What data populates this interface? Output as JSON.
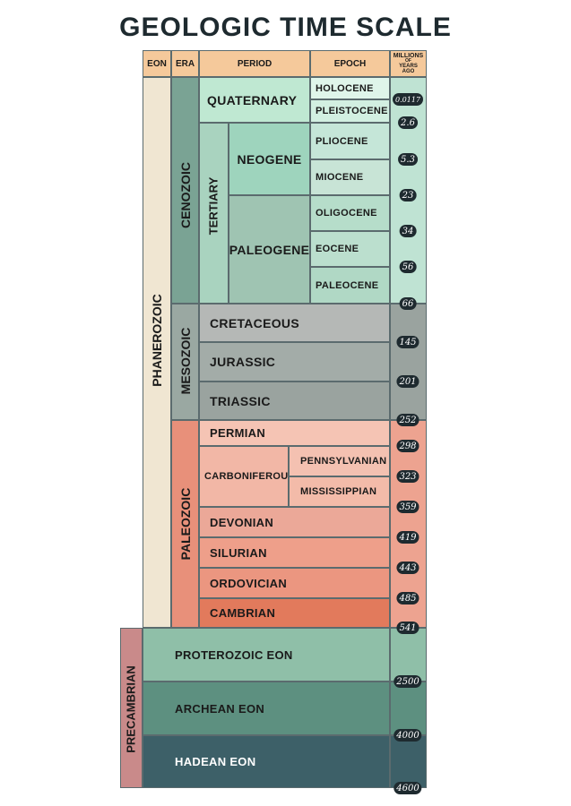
{
  "title": "GEOLOGIC TIME SCALE",
  "headers": {
    "eon": "EON",
    "era": "ERA",
    "period": "PERIOD",
    "epoch": "EPOCH",
    "mya_1": "MILLIONS",
    "mya_2": "OF",
    "mya_3": "YEARS",
    "mya_4": "AGO"
  },
  "eons": {
    "phanerozoic": "PHANEROZOIC",
    "precambrian": "PRECAMBRIAN"
  },
  "eras": {
    "cenozoic": "CENOZOIC",
    "mesozoic": "MESOZOIC",
    "paleozoic": "PALEOZOIC"
  },
  "subperiods": {
    "tertiary": "TERTIARY"
  },
  "periods": {
    "quaternary": "QUATERNARY",
    "neogene": "NEOGENE",
    "paleogene": "PALEOGENE",
    "cretaceous": "CRETACEOUS",
    "jurassic": "JURASSIC",
    "triassic": "TRIASSIC",
    "permian": "PERMIAN",
    "carboniferous": "CARBONIFEROUS",
    "devonian": "DEVONIAN",
    "silurian": "SILURIAN",
    "ordovician": "ORDOVICIAN",
    "cambrian": "CAMBRIAN"
  },
  "epochs": {
    "holocene": "HOLOCENE",
    "pleistocene": "PLEISTOCENE",
    "pliocene": "PLIOCENE",
    "miocene": "MIOCENE",
    "oligocene": "OLIGOCENE",
    "eocene": "EOCENE",
    "paleocene": "PALEOCENE",
    "pennsylvanian": "PENNSYLVANIAN",
    "mississippian": "MISSISSIPPIAN"
  },
  "precambrian_eons": {
    "proterozoic": "PROTEROZOIC EON",
    "archean": "ARCHEAN EON",
    "hadean": "HADEAN EON"
  },
  "ages": {
    "a0": "0.0117",
    "a1": "2.6",
    "a2": "5.3",
    "a3": "23",
    "a4": "34",
    "a5": "56",
    "a6": "66",
    "a7": "145",
    "a8": "201",
    "a9": "252",
    "a10": "298",
    "a11": "323",
    "a12": "359",
    "a13": "419",
    "a14": "443",
    "a15": "485",
    "a16": "541",
    "a17": "2500",
    "a18": "4000",
    "a19": "4600"
  },
  "colors": {
    "header": "#f5c99b",
    "phanerozoic": "#f0e6d2",
    "precambrian": "#c98a8a",
    "cenozoic": "#7aa394",
    "mesozoic": "#9aa8a2",
    "paleozoic": "#e8907a",
    "quaternary": "#bfe8d2",
    "neogene": "#9ed4bd",
    "paleogene": "#9fc4b2",
    "holocene": "#dff5ea",
    "pliocene": "#c5e6d8",
    "cretaceous": "#b5b8b6",
    "jurassic": "#a3aca8",
    "triassic": "#9aa39f",
    "permian": "#f5c4b4",
    "devonian": "#eba898",
    "silurian": "#ee9f8a",
    "ordovician": "#eb9680",
    "cambrian": "#e27a5c",
    "proterozoic": "#8fbfa8",
    "archean": "#5d9080",
    "hadean": "#3d6068",
    "badge": "#1e2a2f"
  }
}
